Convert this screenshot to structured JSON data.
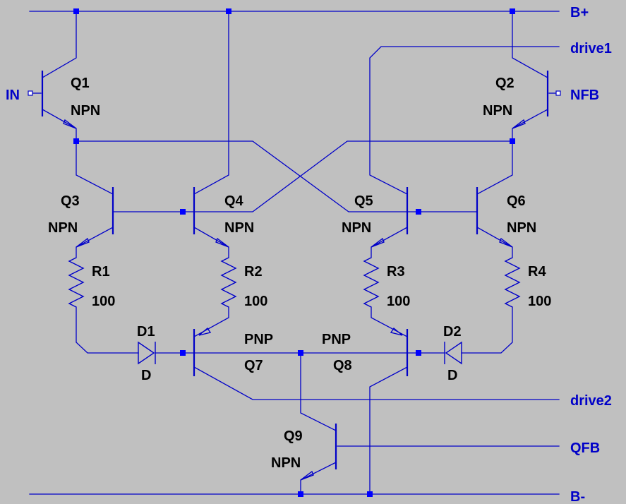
{
  "nets": {
    "bplus": "B+",
    "bminus": "B-",
    "drive1": "drive1",
    "drive2": "drive2",
    "qfb": "QFB",
    "in": "IN",
    "nfb": "NFB"
  },
  "transistors": [
    {
      "name": "Q1",
      "type": "NPN"
    },
    {
      "name": "Q2",
      "type": "NPN"
    },
    {
      "name": "Q3",
      "type": "NPN"
    },
    {
      "name": "Q4",
      "type": "NPN"
    },
    {
      "name": "Q5",
      "type": "NPN"
    },
    {
      "name": "Q6",
      "type": "NPN"
    },
    {
      "name": "Q7",
      "type": "PNP"
    },
    {
      "name": "Q8",
      "type": "PNP"
    },
    {
      "name": "Q9",
      "type": "NPN"
    }
  ],
  "resistors": [
    {
      "name": "R1",
      "value": "100"
    },
    {
      "name": "R2",
      "value": "100"
    },
    {
      "name": "R3",
      "value": "100"
    },
    {
      "name": "R4",
      "value": "100"
    }
  ],
  "diodes": [
    {
      "name": "D1",
      "model": "D"
    },
    {
      "name": "D2",
      "model": "D"
    }
  ],
  "colors": {
    "background": "#c0c0c0",
    "wire": "#0000c8",
    "node": "#0000ff",
    "label": "#000000"
  }
}
